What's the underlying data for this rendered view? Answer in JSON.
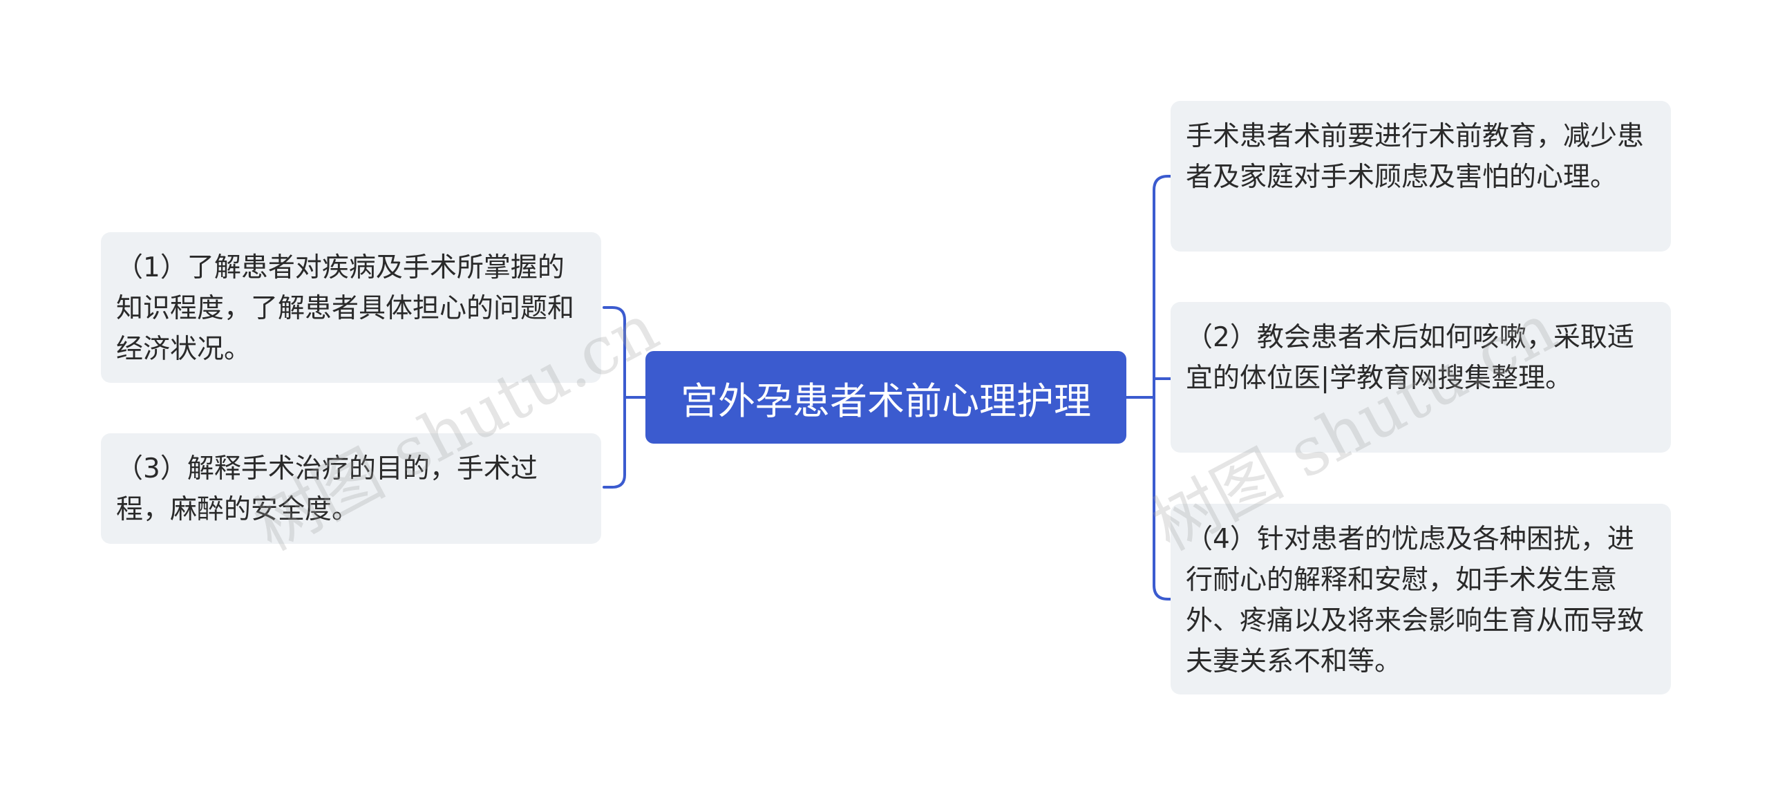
{
  "center": {
    "label": "宫外孕患者术前心理护理"
  },
  "left_nodes": [
    {
      "text": "（1）了解患者对疾病及手术所掌握的知识程度，了解患者具体担心的问题和经济状况。"
    },
    {
      "text": "（3）解释手术治疗的目的，手术过程，麻醉的安全度。"
    }
  ],
  "right_nodes": [
    {
      "text": "手术患者术前要进行术前教育，减少患者及家庭对手术顾虑及害怕的心理。"
    },
    {
      "text": "（2）教会患者术后如何咳嗽，采取适宜的体位医|学教育网搜集整理。"
    },
    {
      "text": "（4）针对患者的忧虑及各种困扰，进行耐心的解释和安慰，如手术发生意外、疼痛以及将来会影响生育从而导致夫妻关系不和等。"
    }
  ],
  "watermark": {
    "text": "树图 shutu.cn"
  },
  "colors": {
    "center_bg": "#3b5bcf",
    "connector": "#3b5bcf",
    "leaf_bg": "#eef1f4"
  }
}
